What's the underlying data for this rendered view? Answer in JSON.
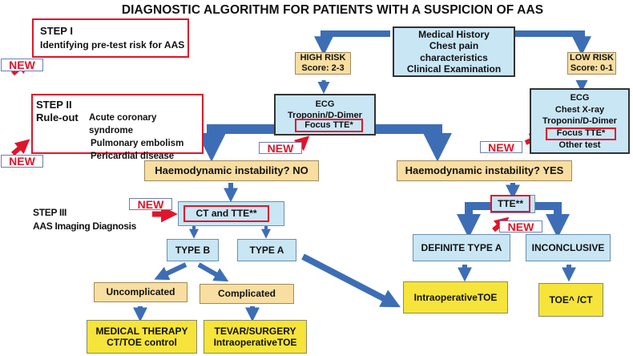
{
  "title": "DIAGNOSTIC ALGORITHM FOR PATIENTS WITH A SUSPICION OF AAS",
  "colors": {
    "arrow_blue": "#3d6eb5",
    "new_red": "#e0152a",
    "box_blue": "#c9e6f5",
    "box_tan": "#f8dea0",
    "box_yellow": "#f6e43a"
  },
  "new_label": "NEW",
  "steps": {
    "step1": {
      "heading": "STEP I",
      "text": "Identifying pre-test risk for AAS"
    },
    "step2": {
      "heading": "STEP II",
      "rule_out_label": "Rule-out",
      "items": [
        "Acute coronary syndrome",
        "Pulmonary embolism",
        "Pericardial disease"
      ]
    },
    "step3": {
      "heading": "STEP III",
      "text": "AAS Imaging Diagnosis"
    }
  },
  "nodes": {
    "history": [
      "Medical History",
      "Chest pain characteristics",
      "Clinical Examination"
    ],
    "high_risk": [
      "HIGH RISK",
      "Score: 2-3"
    ],
    "low_risk": [
      "LOW RISK",
      "Score: 0-1"
    ],
    "high_tests": [
      "ECG",
      "Troponin/D-Dimer"
    ],
    "high_focus": "Focus TTE*",
    "low_tests": [
      "ECG",
      "Chest X-ray",
      "Troponin/D-Dimer"
    ],
    "low_focus": "Focus TTE*",
    "low_other": "Other test",
    "instability_no": "Haemodynamic instability? NO",
    "instability_yes": "Haemodynamic instability? YES",
    "ct_tte": "CT  and  TTE**",
    "tte": "TTE**",
    "type_b": "TYPE B",
    "type_a": "TYPE A",
    "definite_type_a": "DEFINITE TYPE A",
    "inconclusive": "INCONCLUSIVE",
    "uncomplicated": "Uncomplicated",
    "complicated": "Complicated",
    "medical_therapy": [
      "MEDICAL THERAPY",
      "CT/TOE control"
    ],
    "tevar": [
      "TEVAR/SURGERY",
      "IntraoperativeTOE"
    ],
    "intraop_toe": "IntraoperativeTOE",
    "toe_ct": "TOE^ /CT"
  }
}
